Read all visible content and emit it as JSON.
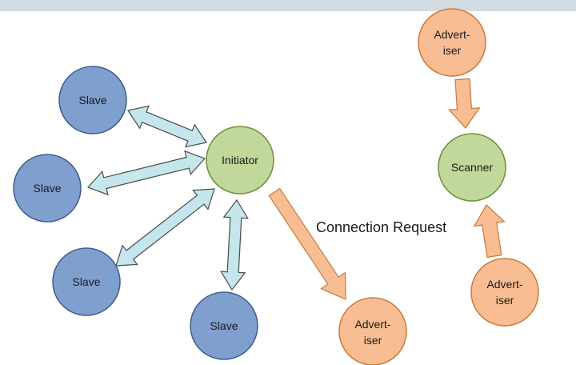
{
  "nodes": {
    "slave_1": {
      "label": "Slave"
    },
    "slave_2": {
      "label": "Slave"
    },
    "slave_3": {
      "label": "Slave"
    },
    "slave_4": {
      "label": "Slave"
    },
    "initiator": {
      "label": "Initiator"
    },
    "advertiser_connect": {
      "line1": "Advert-",
      "line2": "iser"
    },
    "advertiser_top": {
      "line1": "Advert-",
      "line2": "iser"
    },
    "scanner": {
      "label": "Scanner"
    },
    "advertiser_bottom": {
      "line1": "Advert-",
      "line2": "iser"
    }
  },
  "edges": {
    "connection_request": {
      "label": "Connection Request"
    }
  },
  "colors": {
    "slave_fill": "#7f9fcf",
    "slave_stroke": "#3e5f8c",
    "initiator_fill": "#c2d89a",
    "initiator_stroke": "#6a8f3a",
    "advertiser_fill": "#f8bd92",
    "advertiser_stroke": "#c77a3c",
    "bidir_arrow_fill": "#c5e6ec",
    "bidir_arrow_stroke": "#4a4a4a",
    "orange_arrow_fill": "#f8bd92",
    "orange_arrow_stroke": "#c77a3c",
    "header_band": "#d3dbe3"
  }
}
